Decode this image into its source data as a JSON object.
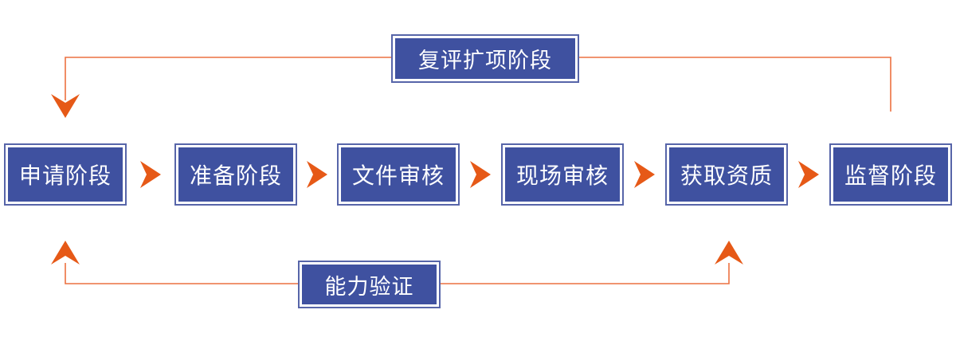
{
  "diagram": {
    "stages": [
      {
        "label": "申请阶段"
      },
      {
        "label": "准备阶段"
      },
      {
        "label": "文件审核"
      },
      {
        "label": "现场审核"
      },
      {
        "label": "获取资质"
      },
      {
        "label": "监督阶段"
      }
    ],
    "feedback_top": {
      "label": "复评扩项阶段"
    },
    "feedback_bottom": {
      "label": "能力验证"
    }
  },
  "icons": {
    "flow_chevron": "flow-chevron-right-icon",
    "arrow_down": "arrow-down-icon",
    "arrow_up": "arrow-up-icon"
  },
  "colors": {
    "background": "#ffffff",
    "box_fill": "#3f51a0",
    "box_border": "#5765a9",
    "arrow_orange": "#e65917",
    "line_orange": "#ec7140",
    "text": "#ffffff"
  }
}
